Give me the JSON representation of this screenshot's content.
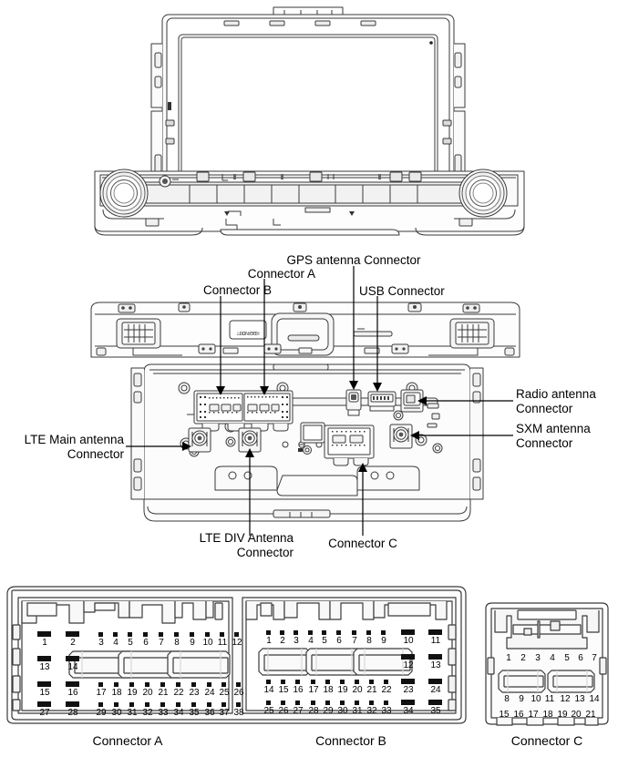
{
  "document": {
    "type": "automotive-service-diagram",
    "subject": "AVN head unit connector identification"
  },
  "views": {
    "front": {
      "name": "head-unit-front-view"
    },
    "rear": {
      "name": "head-unit-rear-view"
    }
  },
  "callouts": [
    {
      "id": "connector-b",
      "label": "Connector B",
      "align": "right"
    },
    {
      "id": "connector-a",
      "label": "Connector A",
      "align": "right"
    },
    {
      "id": "gps-antenna-connector",
      "label": "GPS antenna Connector",
      "align": "center"
    },
    {
      "id": "usb-connector",
      "label": "USB Connector",
      "align": "left"
    },
    {
      "id": "radio-antenna-connector",
      "label": "Radio antenna\nConnector",
      "align": "left"
    },
    {
      "id": "sxm-antenna-connector",
      "label": "SXM antenna\nConnector",
      "align": "left"
    },
    {
      "id": "lte-main-antenna-connector",
      "label": "LTE Main antenna\nConnector",
      "align": "right"
    },
    {
      "id": "lte-div-antenna-connector",
      "label": "LTE DIV Antenna\nConnector",
      "align": "right"
    },
    {
      "id": "connector-c",
      "label": "Connector C",
      "align": "center"
    }
  ],
  "connectors": [
    {
      "id": "connector-a",
      "caption": "Connector A",
      "rows": [
        {
          "big": [
            "1",
            "2"
          ],
          "small": [
            "3",
            "4",
            "5",
            "6",
            "7",
            "8",
            "9",
            "10",
            "11",
            "12"
          ]
        },
        {
          "big": [
            "13",
            "14"
          ],
          "small": []
        },
        {
          "big": [
            "15",
            "16"
          ],
          "small": [
            "17",
            "18",
            "19",
            "20",
            "21",
            "22",
            "23",
            "24",
            "25",
            "26"
          ]
        },
        {
          "big": [
            "27",
            "28"
          ],
          "small": [
            "29",
            "30",
            "31",
            "32",
            "33",
            "34",
            "35",
            "36",
            "37",
            "38"
          ]
        }
      ],
      "slot_count": 3,
      "total_pins": 38
    },
    {
      "id": "connector-b",
      "caption": "Connector B",
      "rows": [
        {
          "small": [
            "1",
            "2",
            "3",
            "4",
            "5",
            "6",
            "7",
            "8",
            "9"
          ],
          "big": [
            "10",
            "11"
          ]
        },
        {
          "small": [],
          "big": [
            "12",
            "13"
          ]
        },
        {
          "small": [
            "14",
            "15",
            "16",
            "17",
            "18",
            "19",
            "20",
            "21",
            "22"
          ],
          "big": [
            "23",
            "24"
          ]
        },
        {
          "small": [
            "25",
            "26",
            "27",
            "28",
            "29",
            "30",
            "31",
            "32",
            "33"
          ],
          "big": [
            "34",
            "35"
          ]
        }
      ],
      "slot_count": 3,
      "total_pins": 35
    },
    {
      "id": "connector-c",
      "caption": "Connector C",
      "rows": [
        [
          "1",
          "2",
          "3",
          "4",
          "5",
          "6",
          "7"
        ],
        [
          "8",
          "9",
          "10",
          "11",
          "12",
          "13",
          "14"
        ],
        [
          "15",
          "16",
          "17",
          "18",
          "19",
          "20",
          "21"
        ]
      ],
      "slot_count": 2,
      "total_pins": 21
    }
  ],
  "colors": {
    "line": "#3a3a3a",
    "fill_light": "#f6f6f6",
    "fill_mid": "#e4e4e4",
    "pin": "#111111",
    "text": "#000000"
  }
}
